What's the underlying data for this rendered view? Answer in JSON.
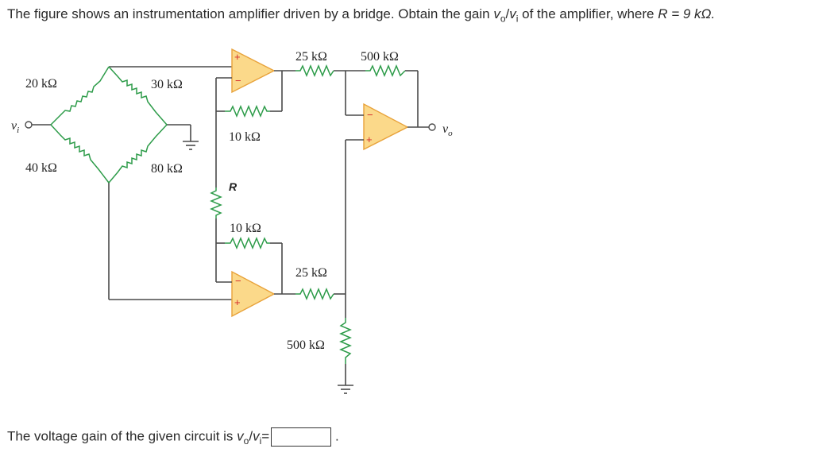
{
  "question": {
    "text_before": "The figure shows an instrumentation amplifier driven by a bridge. Obtain the gain ",
    "ratio_num": "v",
    "ratio_num_sub": "o",
    "ratio_slash": "/",
    "ratio_den": "v",
    "ratio_den_sub": "i",
    "text_after": " of the amplifier, where ",
    "r_value": "R = 9 kΩ."
  },
  "labels": {
    "r20k": "20 kΩ",
    "r30k": "30 kΩ",
    "r40k": "40 kΩ",
    "r80k": "80 kΩ",
    "r10k_top": "10 kΩ",
    "r10k_bottom": "10 kΩ",
    "r_gain": "R",
    "r25k_top": "25 kΩ",
    "r500k_top": "500 kΩ",
    "r25k_bottom": "25 kΩ",
    "r500k_bottom": "500 kΩ",
    "vi": "v",
    "vi_sub": "i",
    "vo": "v",
    "vo_sub": "o",
    "plus": "+",
    "minus": "−"
  },
  "answer": {
    "prefix": "The voltage gain of the given circuit is ",
    "var": "v",
    "var_sub": "o",
    "slash": "/",
    "var2": "v",
    "var2_sub": "i",
    "equals": "=",
    "suffix": "."
  }
}
